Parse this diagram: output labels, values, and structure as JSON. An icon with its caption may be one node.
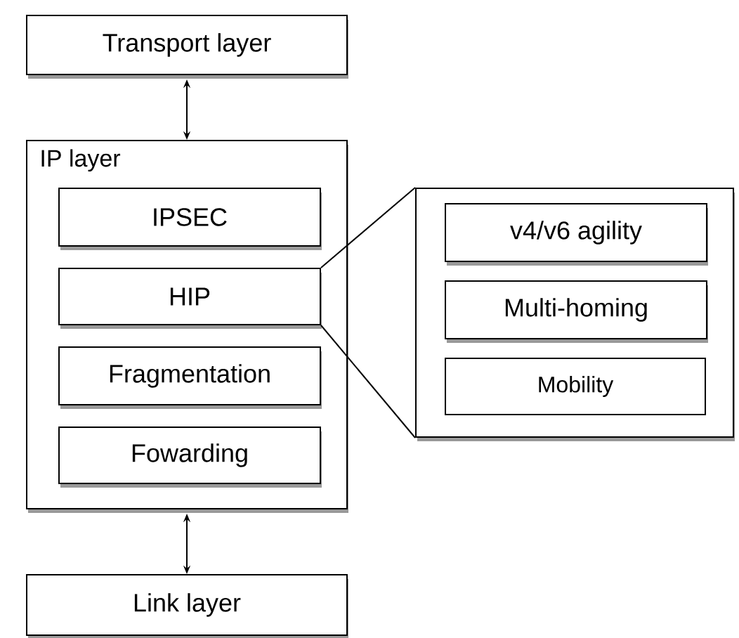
{
  "diagram": {
    "nodes": [
      {
        "text": [
          "Transport layer"
        ]
      },
      {
        "text": [
          "IP layer"
        ]
      },
      {
        "text": [
          "IPSEC"
        ],
        "in": 1
      },
      {
        "text": [
          "HIP"
        ],
        "in": 1
      },
      {
        "text": [
          "Fragmentation"
        ],
        "in": 1
      },
      {
        "text": [
          "Fowarding"
        ],
        "in": 1
      },
      {
        "text": [
          "Link layer"
        ]
      },
      {
        "text": [],
        "shape": "box"
      },
      {
        "text": [
          "v4/v6 agility"
        ],
        "in": 7
      },
      {
        "text": [
          "Multi-homing"
        ],
        "in": 7
      },
      {
        "text": [
          "Mobility"
        ],
        "in": 7
      }
    ],
    "edges": [
      {
        "from": 0,
        "to": 1,
        "arrow": "both"
      },
      {
        "from": 1,
        "to": 6,
        "arrow": "both"
      },
      {
        "from": 3,
        "to": 7,
        "arrow": "none"
      },
      {
        "from": 3,
        "to": 7,
        "arrow": "none"
      }
    ]
  }
}
